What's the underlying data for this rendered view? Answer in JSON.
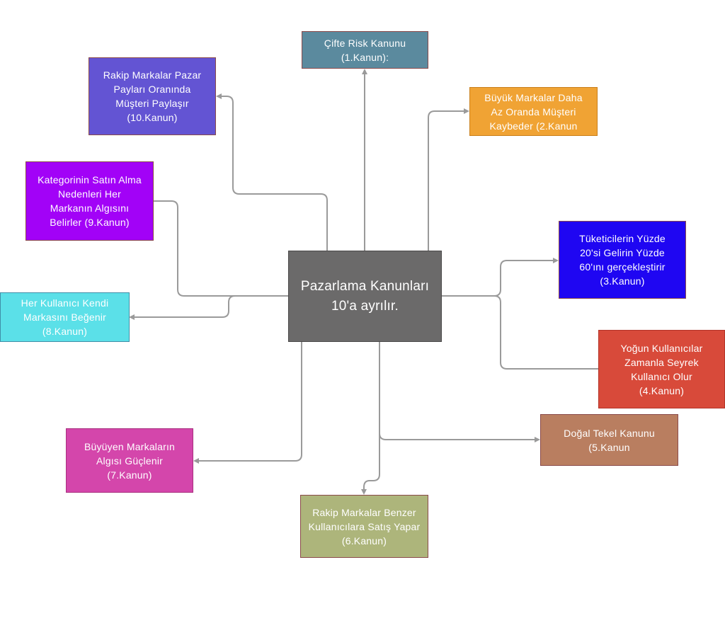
{
  "center": {
    "label": "Pazarlama Kanunları\n10'a ayrılır.",
    "color": "#6b6a6a",
    "border": "#4a4949"
  },
  "laws": [
    {
      "label": "Çifte Risk Kanunu\n(1.Kanun):",
      "color": "#5b8a9e",
      "border": "#8a4a4a"
    },
    {
      "label": "Büyük Markalar Daha\nAz Oranda Müşteri\nKaybeder (2.Kanun",
      "color": "#f0a334",
      "border": "#c97f1c"
    },
    {
      "label": "Tüketicilerin Yüzde\n20'si Gelirin Yüzde\n60'ını gerçekleştirir\n(3.Kanun)",
      "color": "#1f06f2",
      "border": "#8a4a4a"
    },
    {
      "label": "Yoğun Kullanıcılar\nZamanla Seyrek\nKullanıcı Olur\n(4.Kanun)",
      "color": "#d84a3a",
      "border": "#b33428"
    },
    {
      "label": "Doğal Tekel Kanunu\n(5.Kanun",
      "color": "#b97e60",
      "border": "#8a4a4a"
    },
    {
      "label": "Rakip Markalar Benzer\nKullanıcılara Satış Yapar\n(6.Kanun)",
      "color": "#adb57b",
      "border": "#8a4a4a"
    },
    {
      "label": "Büyüyen Markaların\nAlgısı Güçlenir\n(7.Kanun)",
      "color": "#d446ab",
      "border": "#a8307f"
    },
    {
      "label": "Her Kullanıcı Kendi\nMarkasını Beğenir\n(8.Kanun)",
      "color": "#5be0e8",
      "border": "#3f8fa8"
    },
    {
      "label": "Kategorinin Satın Alma\nNedenleri Her\nMarkanın Algısını\nBelirler (9.Kanun)",
      "color": "#a202f7",
      "border": "#8a4a4a"
    },
    {
      "label": "Rakip Markalar Pazar\nPayları Oranında\nMüşteri Paylaşır\n(10.Kanun)",
      "color": "#6354d3",
      "border": "#8a4a4a"
    }
  ]
}
